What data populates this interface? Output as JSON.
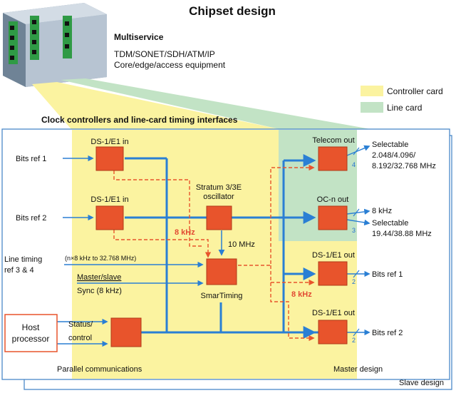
{
  "title": "Chipset design",
  "equipment": {
    "heading": "Multiservice",
    "line1": "TDM/SONET/SDH/ATM/IP",
    "line2": "Core/edge/access equipment"
  },
  "legend": {
    "controller": "Controller card",
    "line": "Line card",
    "colors": {
      "controller": "#fbf3a0",
      "line": "#c2e3c5"
    }
  },
  "section_title": "Clock controllers and line-card timing interfaces",
  "inputs": {
    "bits_ref_1": "Bits ref 1",
    "bits_ref_2": "Bits ref 2",
    "line_timing_1": "Line timing",
    "line_timing_2": "ref 3 & 4",
    "range_note": "(n×8 kHz to 32.768 MHz)",
    "master_slave": "Master/slave",
    "sync": "Sync (8 kHz)",
    "status": "Status/",
    "control": "control"
  },
  "blocks": {
    "ds1_in_a": "DS-1/E1 in",
    "ds1_in_b": "DS-1/E1 in",
    "stratum_1": "Stratum 3/3E",
    "stratum_2": "oscillator",
    "smartiming": "SmarTiming",
    "host_1": "Host",
    "host_2": "processor",
    "telecom_out": "Telecom out",
    "ocn_out": "OC-n out",
    "ds1_out_a": "DS-1/E1 out",
    "ds1_out_b": "DS-1/E1 out"
  },
  "signals": {
    "ten_mhz": "10 MHz",
    "eight_khz_a": "8 kHz",
    "eight_khz_b": "8 kHz"
  },
  "outputs": {
    "telecom_1": "Selectable",
    "telecom_2": "2.048/4.096/",
    "telecom_3": "8.192/32.768 MHz",
    "ocn_1": "8 kHz",
    "ocn_2": "Selectable",
    "ocn_3": "19.44/38.88 MHz",
    "bits_ref_1": "Bits ref 1",
    "bits_ref_2": "Bits ref 2"
  },
  "bus_widths": {
    "telecom": "4",
    "ocn": "3",
    "ds1_a": "2",
    "ds1_b": "2"
  },
  "footer": {
    "parallel": "Parallel communications",
    "master": "Master design",
    "slave": "Slave design"
  },
  "colors": {
    "block": "#e8542c",
    "bus": "#2a7fd4",
    "dashed": "#e8542c",
    "frame": "#4a88c8"
  }
}
